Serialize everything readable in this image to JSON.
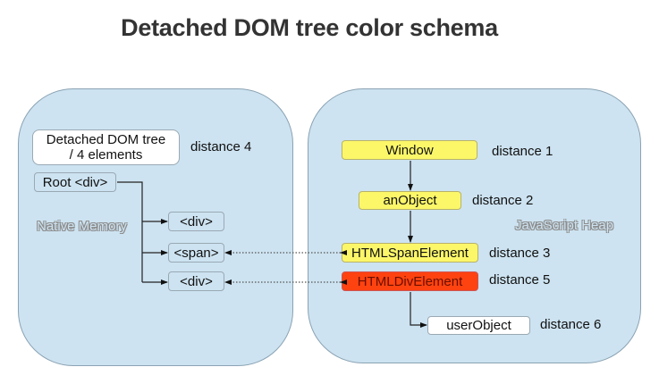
{
  "title": "Detached DOM tree color schema",
  "native_memory": {
    "label": "Native Memory",
    "detached_tree": {
      "line1": "Detached DOM tree",
      "line2": "/ 4 elements",
      "distance": "distance 4"
    },
    "nodes": {
      "root": "Root <div>",
      "div1": "<div>",
      "span": "<span>",
      "div2": "<div>"
    }
  },
  "javascript_heap": {
    "label": "JavaScript Heap",
    "nodes": [
      {
        "id": "window",
        "label": "Window",
        "distance": "distance 1",
        "color": "#fbf769"
      },
      {
        "id": "anobject",
        "label": "anObject",
        "distance": "distance 2",
        "color": "#fbf769"
      },
      {
        "id": "htmlspan",
        "label": "HTMLSpanElement",
        "distance": "distance 3",
        "color": "#fbf769"
      },
      {
        "id": "htmldiv",
        "label": "HTMLDivElement",
        "distance": "distance 5",
        "color": "#ff4310"
      },
      {
        "id": "userobject",
        "label": "userObject",
        "distance": "distance 6",
        "color": "#ffffff"
      }
    ]
  }
}
